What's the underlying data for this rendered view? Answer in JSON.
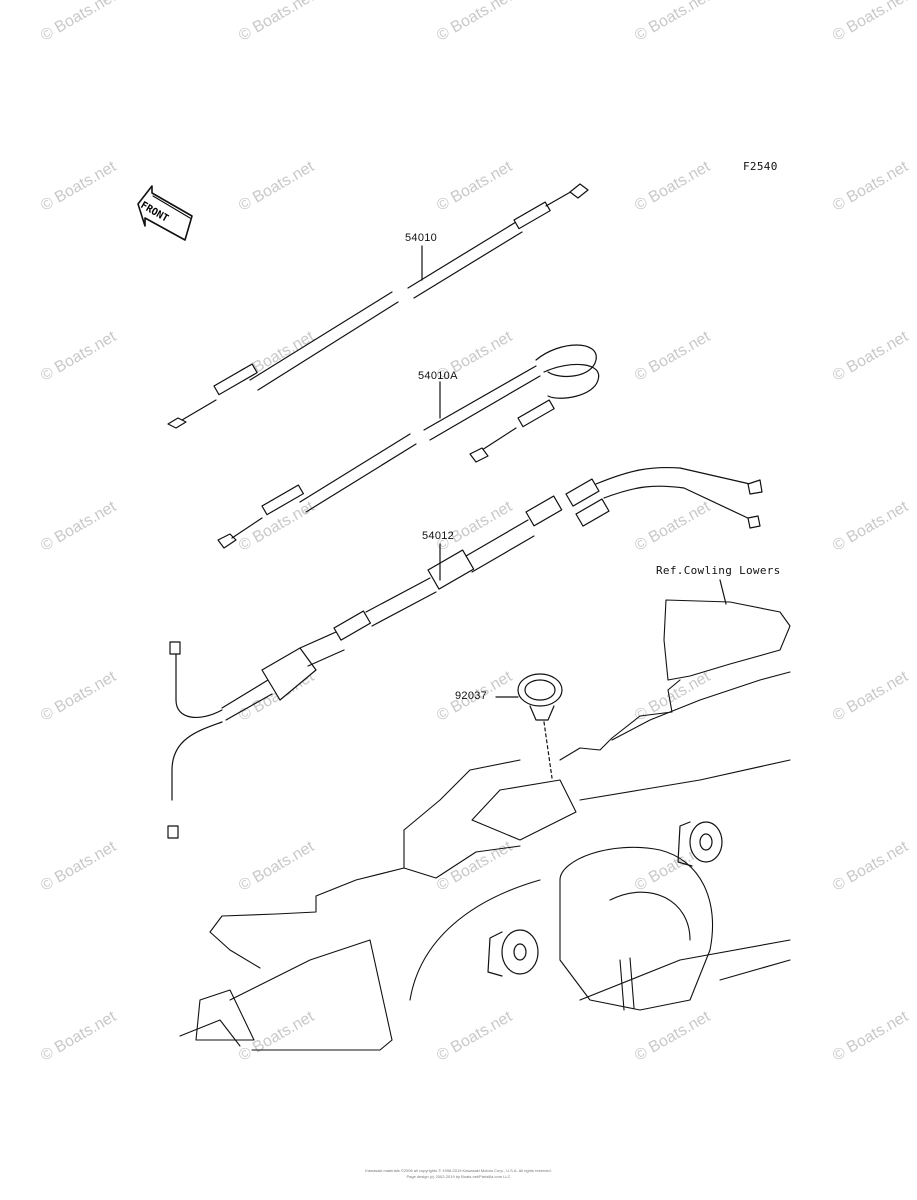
{
  "figure_code": "F2540",
  "front_label": "FRONT",
  "parts": {
    "p1": "54010",
    "p2": "54010A",
    "p3": "54012",
    "p4": "92037"
  },
  "reference": "Ref.Cowling Lowers",
  "watermark": "© Boats.net",
  "footer": {
    "line1": "Kawasaki materials ©2006 all copyrights © 1998-2019 Kawasaki Motors Corp., U.S.A. All rights reserved.",
    "line2": "Page design (c) 2002-2019 by Boats.net/Partzilla.com LLC"
  }
}
